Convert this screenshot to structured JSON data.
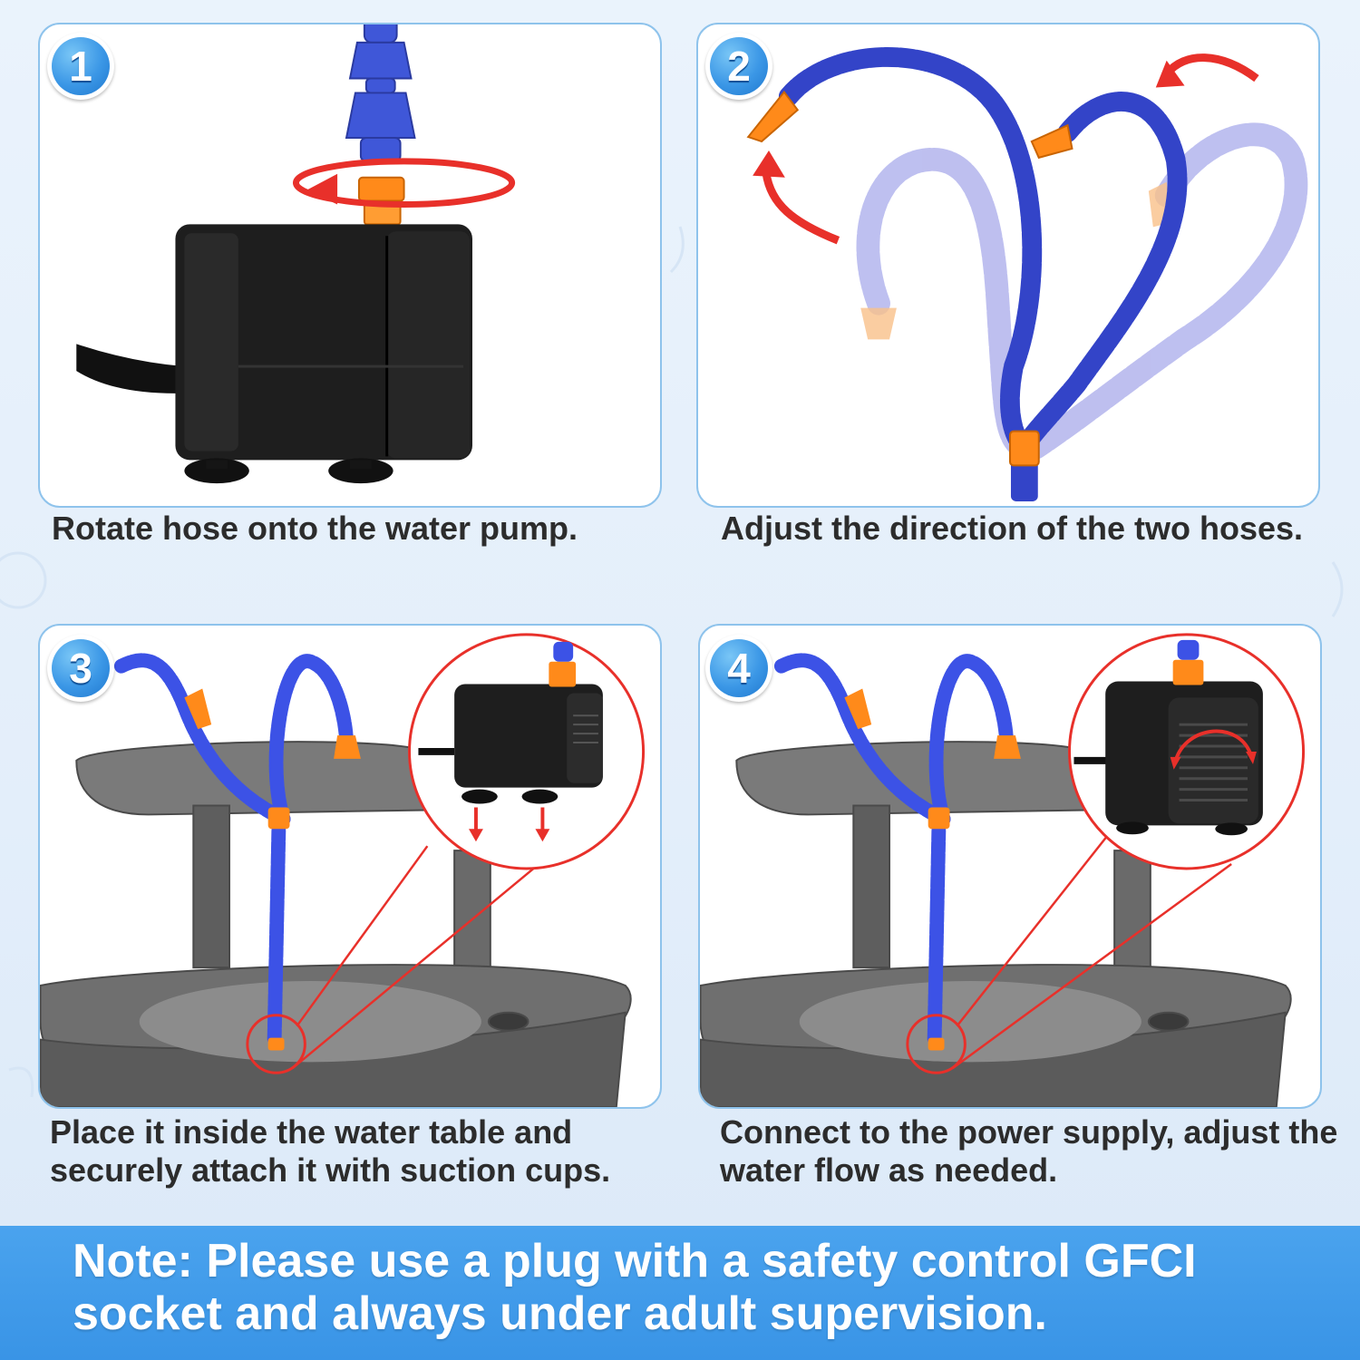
{
  "steps": [
    {
      "number": "1",
      "caption": "Rotate hose onto the water pump."
    },
    {
      "number": "2",
      "caption": "Adjust the direction of the two hoses."
    },
    {
      "number": "3",
      "caption": "Place it inside the water table and securely attach it with suction cups."
    },
    {
      "number": "4",
      "caption": "Connect to the power supply, adjust the water flow as needed."
    }
  ],
  "note": "Note: Please use a plug with a safety control GFCI socket and always under adult supervision.",
  "colors": {
    "accent_blue": "#3994e6",
    "hose_blue": "#3a4fd0",
    "connector_orange": "#ff8a1a",
    "arrow_red": "#e8302a",
    "pump_black": "#1e1e1e",
    "tray_gray": "#6d6d6d"
  }
}
